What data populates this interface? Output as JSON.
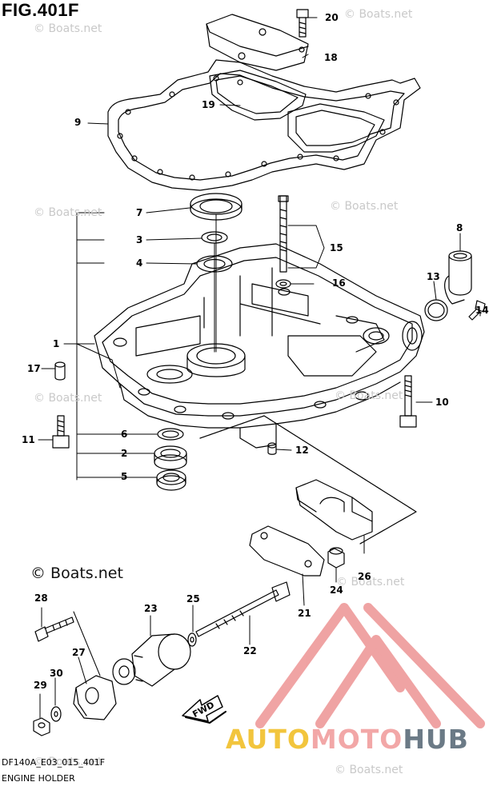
{
  "figure": {
    "title": "FIG.401F",
    "code": "DF140A_E03_015_401F",
    "caption": "ENGINE HOLDER"
  },
  "watermark": {
    "main": "© Boats.net",
    "faint": "© Boats.net"
  },
  "brand": {
    "part1": "AUTO",
    "part2": "MOTO",
    "part3": "HUB",
    "colors": {
      "yellow": "#f2c53d",
      "pink": "#f2a7a7",
      "gray": "#6b7a86",
      "logo": "#ee9a9a"
    }
  },
  "callouts": [
    "1",
    "2",
    "3",
    "4",
    "5",
    "6",
    "7",
    "8",
    "9",
    "10",
    "11",
    "12",
    "13",
    "14",
    "15",
    "16",
    "17",
    "18",
    "19",
    "20",
    "21",
    "22",
    "23",
    "24",
    "25",
    "26",
    "27",
    "28",
    "29",
    "30"
  ],
  "fwd_label": "FWD"
}
